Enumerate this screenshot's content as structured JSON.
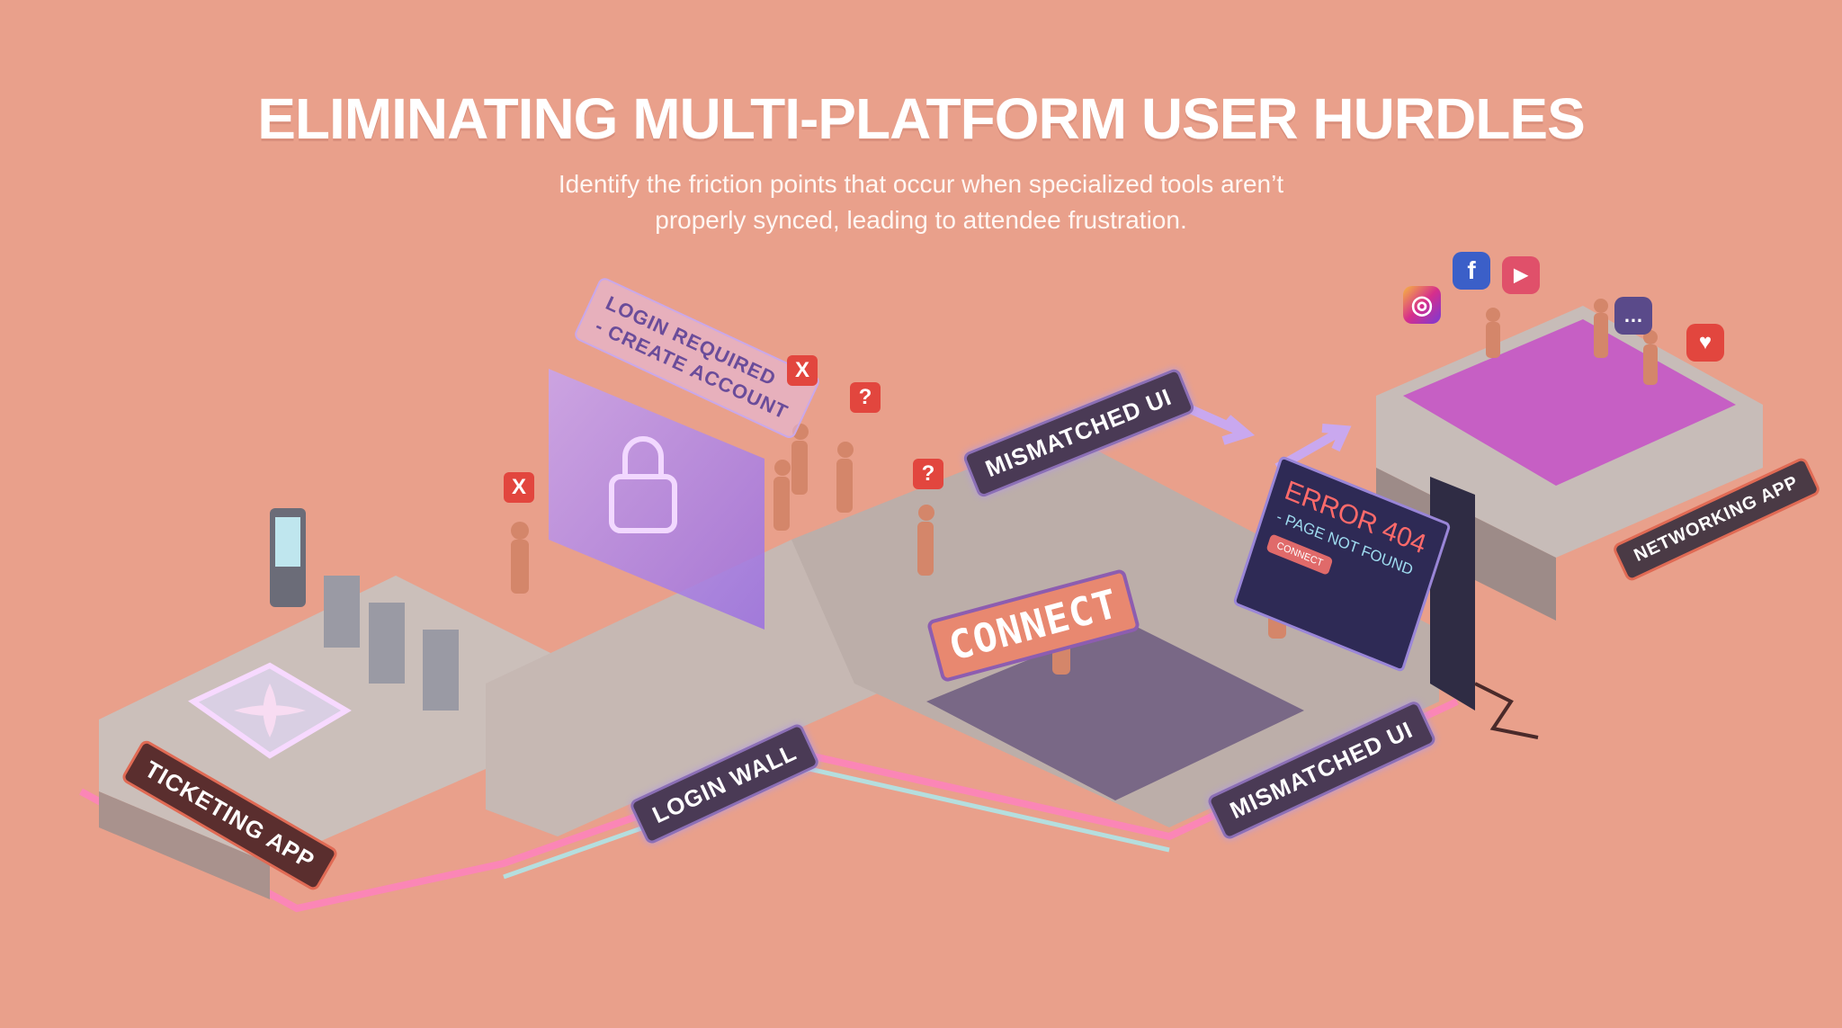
{
  "header": {
    "title": "ELIMINATING MULTI-PLATFORM USER HURDLES",
    "subtitle_lines": [
      "Identify the friction points that occur when specialized tools aren’t",
      "properly synced, leading to attendee frustration."
    ]
  },
  "zones": {
    "ticketing": {
      "label": "TICKETING APP"
    },
    "login_wall": {
      "label": "LOGIN WALL",
      "sign_line1": "LOGIN REQUIRED",
      "sign_line2": "- CREATE ACCOUNT"
    },
    "mismatched_top": {
      "label": "MISMATCHED UI"
    },
    "connect": {
      "label": "CONNECT"
    },
    "error": {
      "title": "ERROR 404",
      "message": "- PAGE NOT FOUND",
      "button": "CONNECT"
    },
    "mismatched_bottom": {
      "label": "MISMATCHED UI"
    },
    "networking": {
      "label": "NETWORKING APP"
    }
  },
  "icons": {
    "error_x": "X",
    "question": "?",
    "social": [
      "instagram-icon",
      "facebook-icon",
      "youtube-icon",
      "chat-icon",
      "heart-icon"
    ],
    "facebook_glyph": "f",
    "youtube_glyph": "▶",
    "heart_glyph": "♥",
    "chat_glyph": "…"
  },
  "colors": {
    "background": "#e9a08b",
    "platform": "#c9bdb8",
    "accent_purple": "#a67fe0",
    "neon_pink": "#ff6fb5",
    "neon_cyan": "#9fe8f0",
    "networking_floor": "#c65fc4"
  }
}
